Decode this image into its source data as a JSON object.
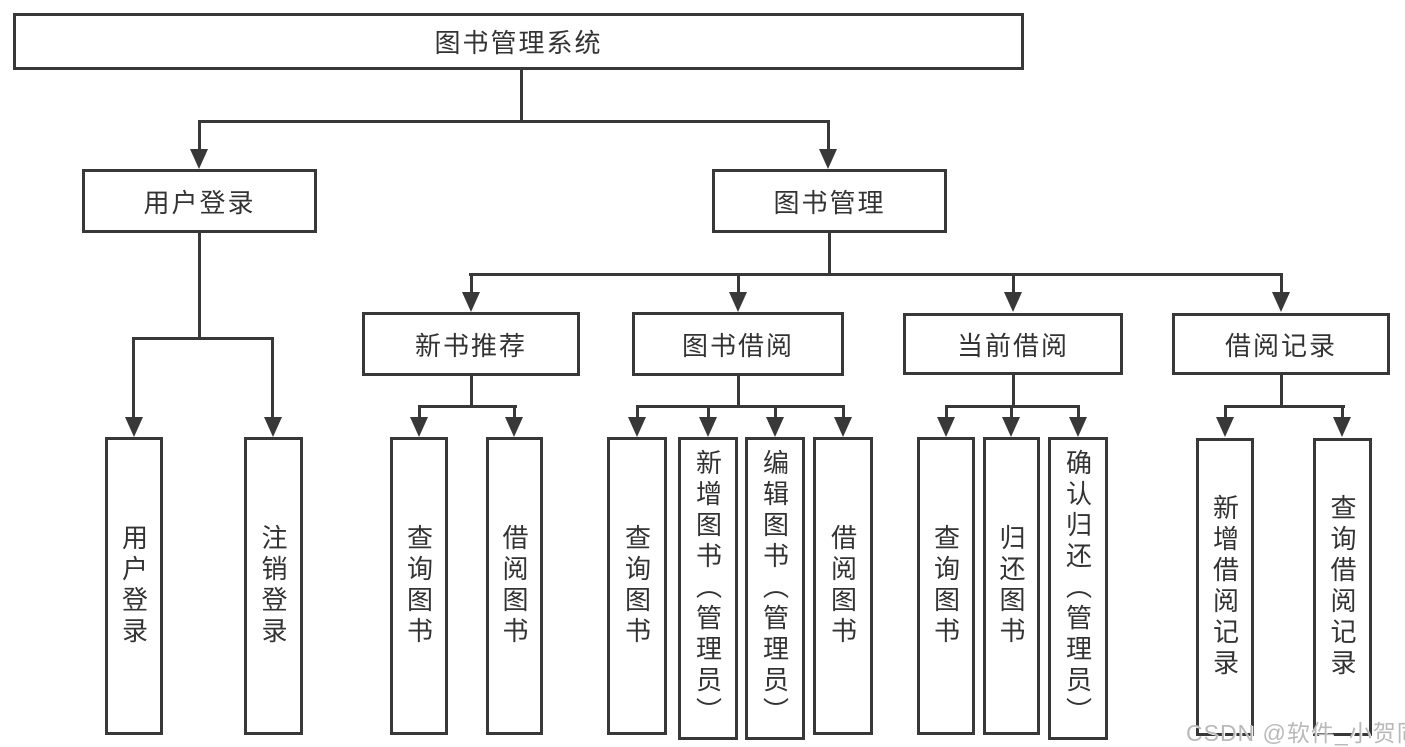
{
  "colors": {
    "line": "#383838",
    "text": "#333333",
    "watermark": "#b9b9b9"
  },
  "watermark": {
    "text": "CSDN @软件_小贺同学"
  },
  "tree": {
    "root": {
      "label": "图书管理系统",
      "children": [
        {
          "label": "用户登录",
          "children": [
            {
              "label": "用户登录"
            },
            {
              "label": "注销登录"
            }
          ]
        },
        {
          "label": "图书管理",
          "children": [
            {
              "label": "新书推荐",
              "children": [
                {
                  "label": "查询图书"
                },
                {
                  "label": "借阅图书"
                }
              ]
            },
            {
              "label": "图书借阅",
              "children": [
                {
                  "label": "查询图书"
                },
                {
                  "label": "新增图书（管理员）"
                },
                {
                  "label": "编辑图书（管理员）"
                },
                {
                  "label": "借阅图书"
                }
              ]
            },
            {
              "label": "当前借阅",
              "children": [
                {
                  "label": "查询图书"
                },
                {
                  "label": "归还图书"
                },
                {
                  "label": "确认归还（管理员）"
                }
              ]
            },
            {
              "label": "借阅记录",
              "children": [
                {
                  "label": "新增借阅记录"
                },
                {
                  "label": "查询借阅记录"
                }
              ]
            }
          ]
        }
      ]
    }
  }
}
